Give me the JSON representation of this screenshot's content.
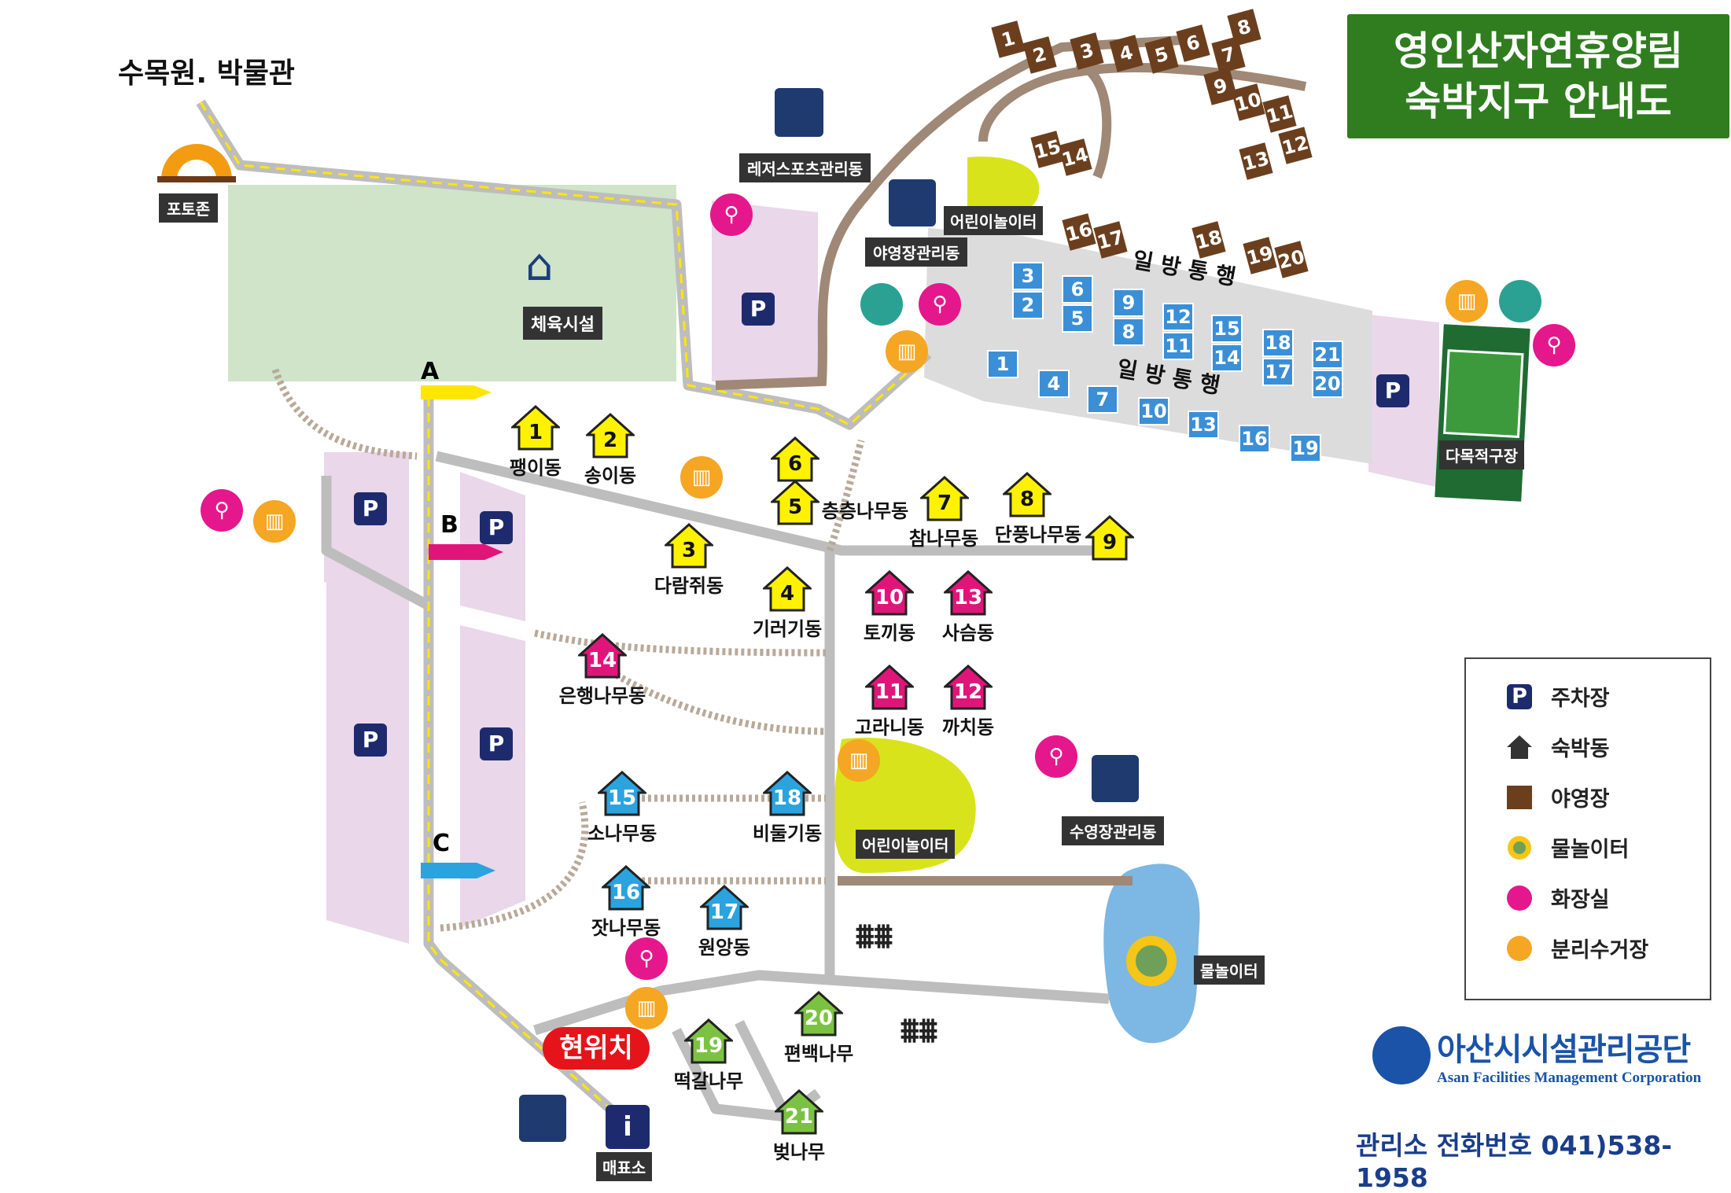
{
  "title": {
    "line1": "영인산자연휴양림",
    "line2": "숙박지구 안내도"
  },
  "labels": {
    "arboretum": "수목원. 박물관",
    "photo_zone": "포토존",
    "sports": "체육시설",
    "leisure_office": "레저스포츠관리동",
    "camp_office": "야영장관리동",
    "playground_top": "어린이놀이터",
    "playground_mid": "어린이놀이터",
    "pool_office": "수영장관리동",
    "water_play": "물놀이터",
    "soccer": "다목적구장",
    "ticket": "매표소",
    "one_way_top": "일 방 통 행",
    "one_way_bottom": "일 방 통 행",
    "here": "현위치",
    "gate_a": "A",
    "gate_b": "B",
    "gate_c": "C"
  },
  "cabins": [
    {
      "n": "1",
      "name": "팽이동",
      "c": "yellow"
    },
    {
      "n": "2",
      "name": "송이동",
      "c": "yellow"
    },
    {
      "n": "3",
      "name": "다람쥐동",
      "c": "yellow"
    },
    {
      "n": "4",
      "name": "기러기동",
      "c": "yellow"
    },
    {
      "n": "6",
      "name": "",
      "c": "yellow"
    },
    {
      "n": "5",
      "name": "층층나무동",
      "c": "yellow"
    },
    {
      "n": "7",
      "name": "참나무동",
      "c": "yellow"
    },
    {
      "n": "8",
      "name": "단풍나무동",
      "c": "yellow"
    },
    {
      "n": "9",
      "name": "",
      "c": "yellow"
    },
    {
      "n": "10",
      "name": "토끼동",
      "c": "magenta"
    },
    {
      "n": "13",
      "name": "사슴동",
      "c": "magenta"
    },
    {
      "n": "11",
      "name": "고라니동",
      "c": "magenta"
    },
    {
      "n": "12",
      "name": "까치동",
      "c": "magenta"
    },
    {
      "n": "14",
      "name": "은행나무동",
      "c": "magenta"
    },
    {
      "n": "15",
      "name": "소나무동",
      "c": "blue"
    },
    {
      "n": "18",
      "name": "비둘기동",
      "c": "blue"
    },
    {
      "n": "16",
      "name": "잣나무동",
      "c": "blue"
    },
    {
      "n": "17",
      "name": "원앙동",
      "c": "blue"
    },
    {
      "n": "19",
      "name": "떡갈나무",
      "c": "green"
    },
    {
      "n": "20",
      "name": "편백나무",
      "c": "green"
    },
    {
      "n": "21",
      "name": "벚나무",
      "c": "green"
    }
  ],
  "campsite_tags": [
    "1",
    "2",
    "3",
    "4",
    "5",
    "6",
    "7",
    "8",
    "9",
    "10",
    "11",
    "12",
    "13",
    "14",
    "15",
    "16",
    "17",
    "18",
    "19",
    "20"
  ],
  "camp_sites": [
    "3",
    "2",
    "6",
    "5",
    "9",
    "8",
    "12",
    "11",
    "15",
    "14",
    "18",
    "17",
    "21",
    "20",
    "1",
    "4",
    "7",
    "10",
    "13",
    "16",
    "19"
  ],
  "legend": [
    {
      "icon": "parking",
      "label": "주차장"
    },
    {
      "icon": "cabin",
      "label": "숙박동"
    },
    {
      "icon": "campsite",
      "label": "야영장"
    },
    {
      "icon": "water-play",
      "label": "물놀이터"
    },
    {
      "icon": "restroom",
      "label": "화장실"
    },
    {
      "icon": "recycle",
      "label": "분리수거장"
    }
  ],
  "parking_symbol": "P",
  "org": {
    "name": "아산시시설관리공단",
    "en": "Asan Facilities Management Corporation"
  },
  "phone": "관리소 전화번호 041)538-1958",
  "colors": {
    "yellow": "#fff200",
    "magenta": "#e0157a",
    "blue": "#2aa3df",
    "green": "#7cc242",
    "parking": "#1d2b6e",
    "restroom": "#e5178c",
    "recycle": "#f5a623",
    "title_bg": "#2f7d1f"
  }
}
